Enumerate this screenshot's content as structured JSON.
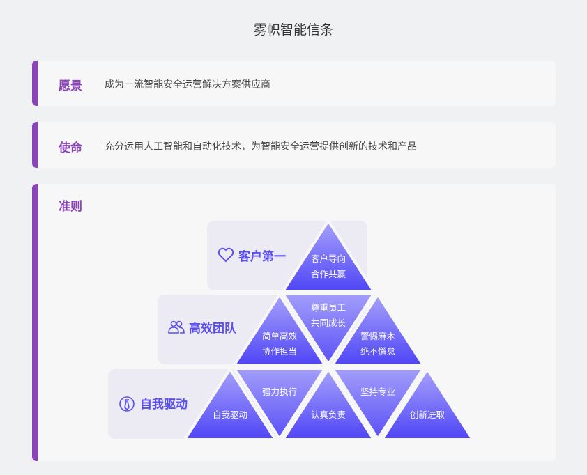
{
  "title": "雾帜智能信条",
  "vision": {
    "label": "愿景",
    "text": "成为一流智能安全运营解决方案供应商"
  },
  "mission": {
    "label": "使命",
    "text": "充分运用人工智能和自动化技术，为智能安全运营提供创新的技术和产品"
  },
  "principles": {
    "label": "准则",
    "tiers": [
      {
        "name": "客户第一",
        "icon": "heart-icon"
      },
      {
        "name": "高效团队",
        "icon": "users-icon"
      },
      {
        "name": "自我驱动",
        "icon": "tie-icon"
      }
    ],
    "values": {
      "t1": [
        "客户导向",
        "合作共赢"
      ],
      "t2a": [
        "简单高效",
        "协作担当"
      ],
      "t2b": [
        "尊重员工",
        "共同成长"
      ],
      "t2c": [
        "警惕麻木",
        "绝不懈怠"
      ],
      "t3a": "自我驱动",
      "t3b": "强力执行",
      "t3c": "认真负责",
      "t3d": "坚持专业",
      "t3e": "创新进取"
    }
  },
  "colors": {
    "accent": "#8a44b8",
    "triangle_top": "#a7a2fb",
    "triangle_bottom": "#4f45f6",
    "tier_label": "#5a4ef0"
  }
}
